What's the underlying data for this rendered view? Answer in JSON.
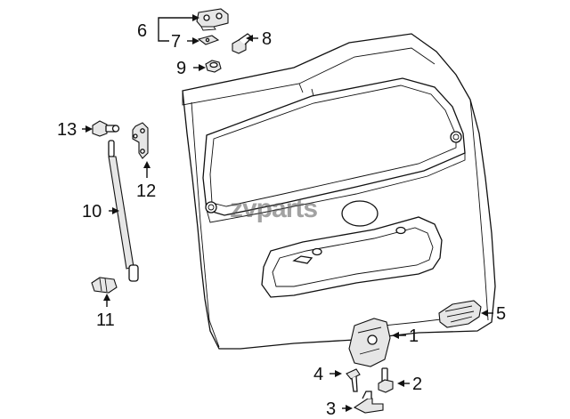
{
  "diagram": {
    "watermark": "zvparts",
    "callouts": [
      {
        "id": "1",
        "label": "1",
        "part": "latch-assembly"
      },
      {
        "id": "2",
        "label": "2",
        "part": "bolt"
      },
      {
        "id": "3",
        "label": "3",
        "part": "striker"
      },
      {
        "id": "4",
        "label": "4",
        "part": "screw"
      },
      {
        "id": "5",
        "label": "5",
        "part": "handle-switch"
      },
      {
        "id": "6",
        "label": "6",
        "part": "hinge-assembly"
      },
      {
        "id": "7",
        "label": "7",
        "part": "hinge-shim"
      },
      {
        "id": "8",
        "label": "8",
        "part": "hinge-bolt"
      },
      {
        "id": "9",
        "label": "9",
        "part": "nut"
      },
      {
        "id": "10",
        "label": "10",
        "part": "lift-support-strut"
      },
      {
        "id": "11",
        "label": "11",
        "part": "ball-stud-lower"
      },
      {
        "id": "12",
        "label": "12",
        "part": "strut-bracket"
      },
      {
        "id": "13",
        "label": "13",
        "part": "ball-stud-upper"
      }
    ]
  }
}
